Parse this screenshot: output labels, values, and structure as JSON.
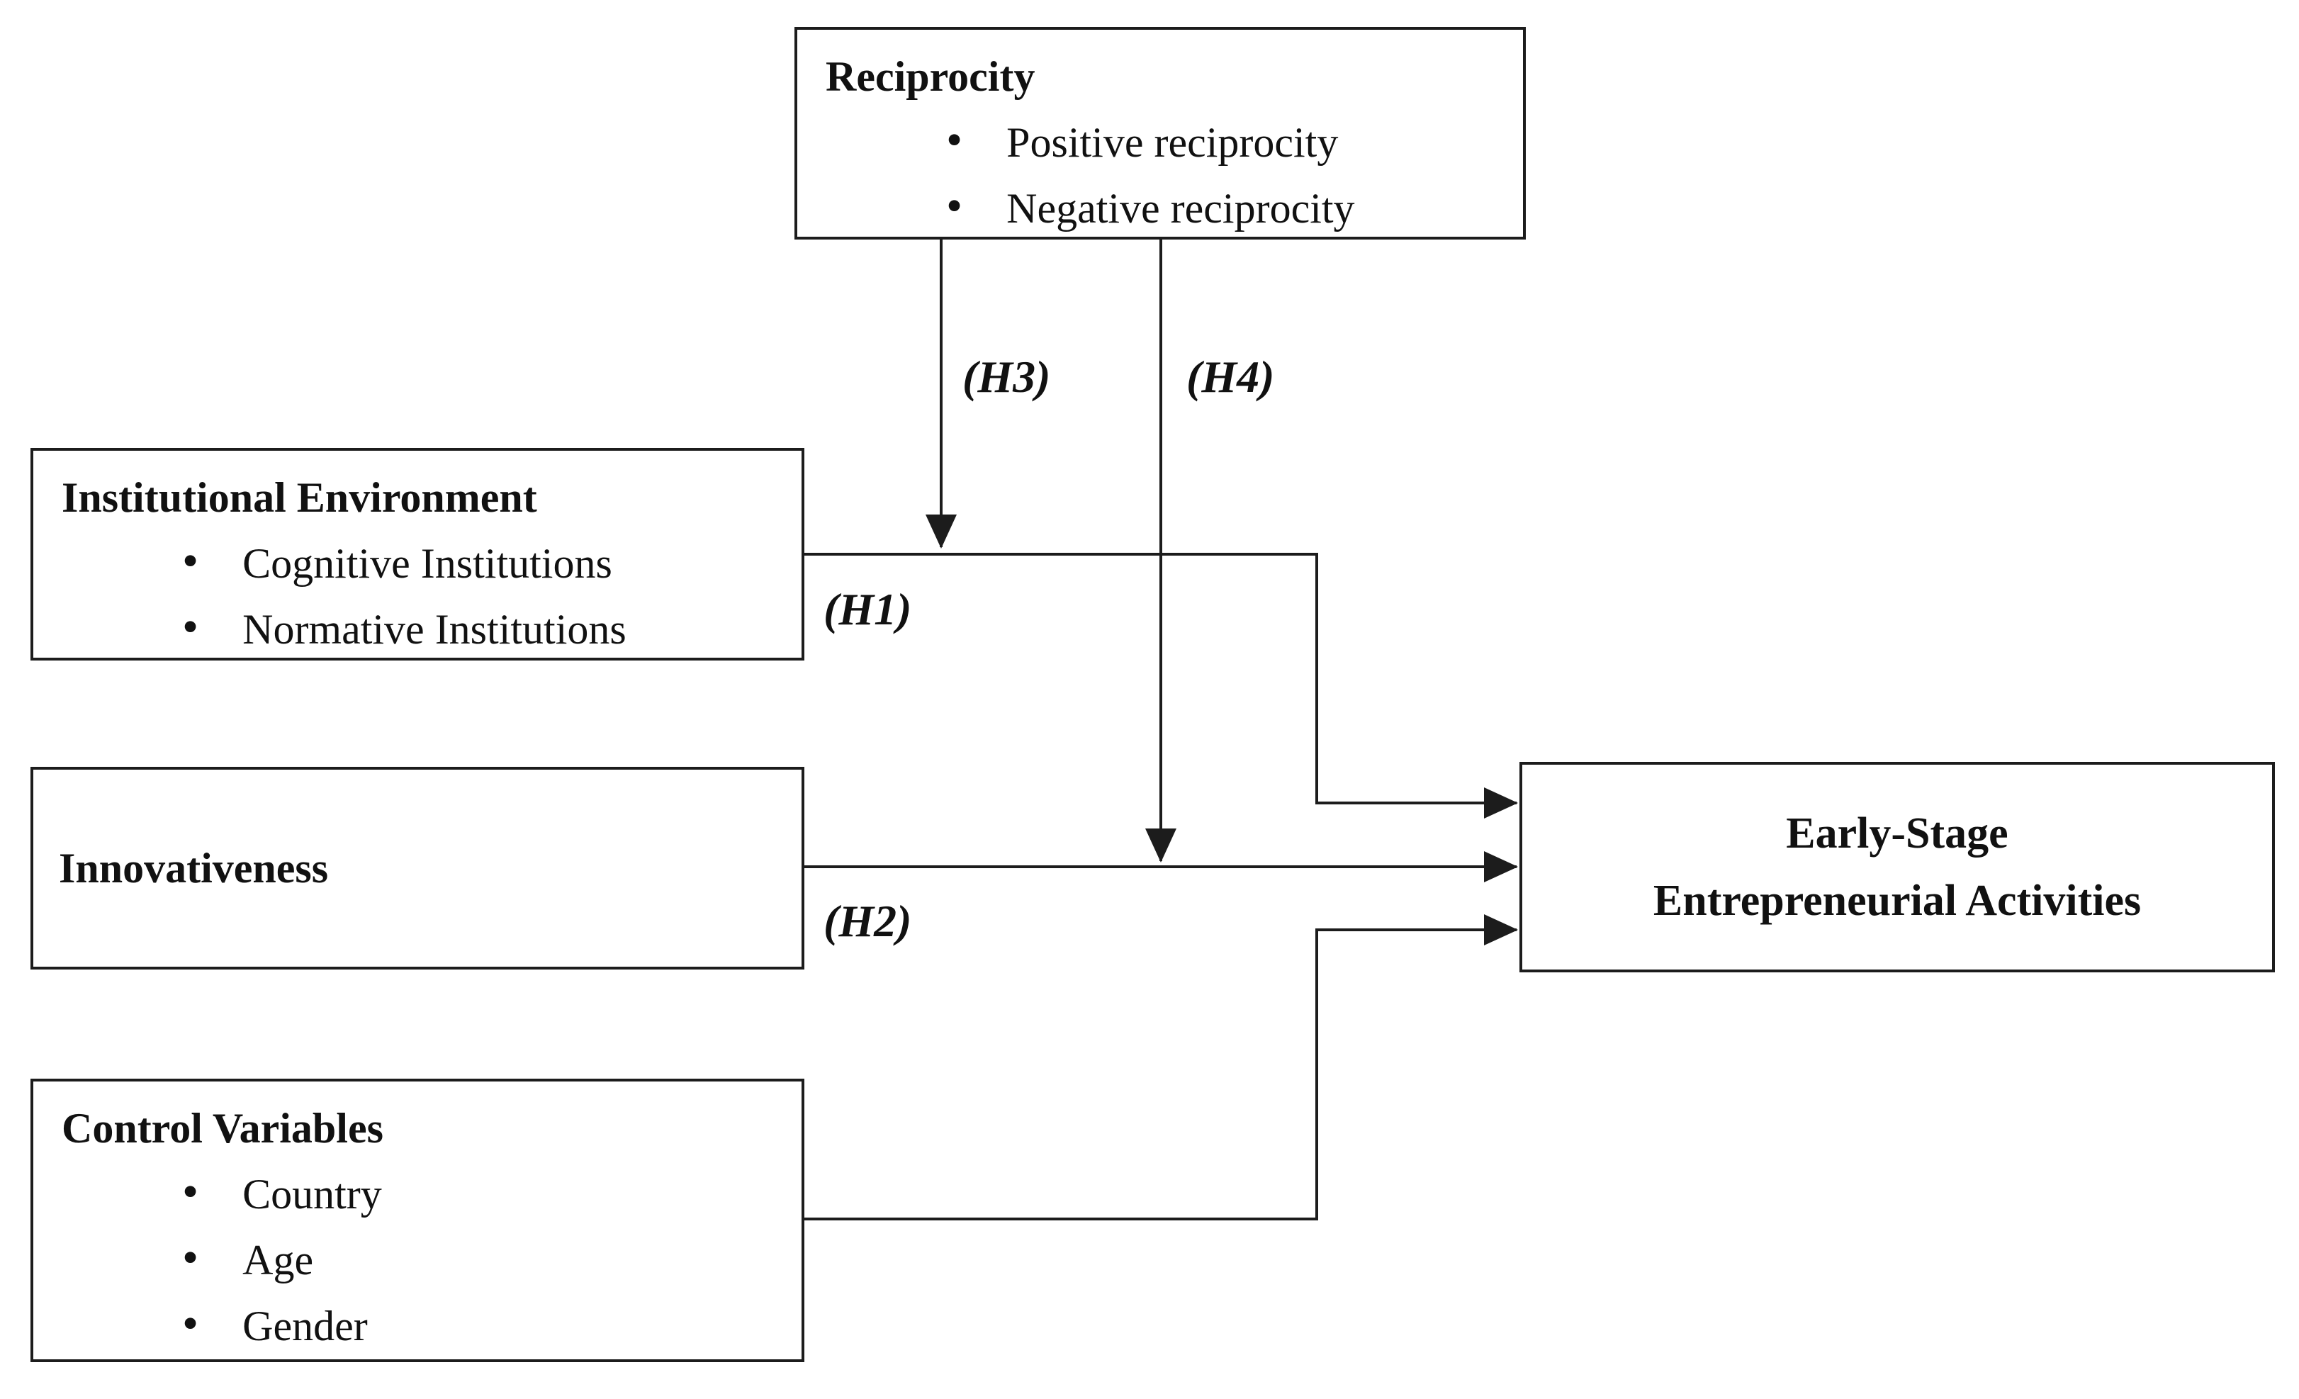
{
  "diagram": {
    "background_color": "#ffffff",
    "line_color": "#1c1c1c",
    "text_color": "#111111",
    "icons": {
      "bullet": "•"
    },
    "boxes": {
      "reciprocity": {
        "title": "Reciprocity",
        "items": [
          "Positive reciprocity",
          "Negative reciprocity"
        ]
      },
      "institutional_environment": {
        "title": "Institutional Environment",
        "items": [
          "Cognitive Institutions",
          "Normative Institutions"
        ]
      },
      "innovativeness": {
        "title": "Innovativeness"
      },
      "control_variables": {
        "title": "Control Variables",
        "items": [
          "Country",
          "Age",
          "Gender"
        ]
      },
      "outcome": {
        "line1": "Early-Stage",
        "line2": "Entrepreneurial Activities"
      }
    },
    "hypothesis_labels": {
      "h1": "(H1)",
      "h2": "(H2)",
      "h3": "(H3)",
      "h4": "(H4)"
    },
    "arrows": [
      {
        "name": "h1-arrow",
        "from": "Institutional Environment",
        "to": "Early-Stage Entrepreneurial Activities",
        "label": "(H1)"
      },
      {
        "name": "h2-arrow",
        "from": "Innovativeness",
        "to": "Early-Stage Entrepreneurial Activities",
        "label": "(H2)"
      },
      {
        "name": "h3-arrow",
        "from": "Reciprocity",
        "to": "H1 path (moderation)",
        "label": "(H3)"
      },
      {
        "name": "h4-arrow",
        "from": "Reciprocity",
        "to": "H2 path (moderation)",
        "label": "(H4)"
      },
      {
        "name": "controls-arrow",
        "from": "Control Variables",
        "to": "Early-Stage Entrepreneurial Activities",
        "label": ""
      }
    ]
  }
}
